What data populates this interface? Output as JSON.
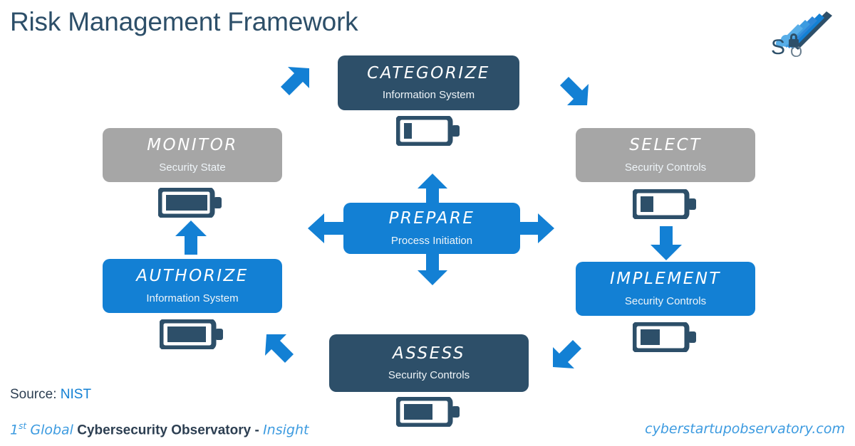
{
  "header": {
    "title": "Risk Management Framework",
    "logo_name": "cyber-startup-observatory-logo",
    "logo_letter_s": "S",
    "logo_letter_o": "O"
  },
  "diagram": {
    "type": "cycle-diagram",
    "colors": {
      "dark": "#2d4f69",
      "blue": "#1380d4",
      "grey": "#a6a6a6",
      "arrow": "#1380d4",
      "title_text": "#2d4f69",
      "link": "#1380d4"
    },
    "center": {
      "title": "PREPARE",
      "subtitle": "Process Initiation",
      "color": "blue",
      "arrows": [
        "up",
        "down",
        "left",
        "right"
      ]
    },
    "steps": [
      {
        "id": "categorize",
        "title": "CATEGORIZE",
        "subtitle": "Information System",
        "color": "dark",
        "battery_percent": 18
      },
      {
        "id": "select",
        "title": "SELECT",
        "subtitle": "Security Controls",
        "color": "grey",
        "battery_percent": 30
      },
      {
        "id": "implement",
        "title": "IMPLEMENT",
        "subtitle": "Security Controls",
        "color": "blue",
        "battery_percent": 45
      },
      {
        "id": "assess",
        "title": "ASSESS",
        "subtitle": "Security Controls",
        "color": "dark",
        "battery_percent": 65
      },
      {
        "id": "authorize",
        "title": "AUTHORIZE",
        "subtitle": "Information System",
        "color": "blue",
        "battery_percent": 85
      },
      {
        "id": "monitor",
        "title": "MONITOR",
        "subtitle": "Security State",
        "color": "grey",
        "battery_percent": 95
      }
    ],
    "flow_arrows": [
      {
        "id": "monitor-to-categorize",
        "direction": "up-right"
      },
      {
        "id": "categorize-to-select",
        "direction": "down-right"
      },
      {
        "id": "select-to-implement",
        "direction": "down"
      },
      {
        "id": "implement-to-assess",
        "direction": "down-left"
      },
      {
        "id": "assess-to-authorize",
        "direction": "up-left"
      },
      {
        "id": "authorize-to-monitor",
        "direction": "up"
      }
    ]
  },
  "footer": {
    "source_label": "Source:",
    "source_value": "NIST",
    "tagline_first": "1",
    "tagline_sup": "st",
    "tagline_global": "Global",
    "tagline_bold": "Cybersecurity Observatory",
    "tagline_dash": "-",
    "tagline_insight": "Insight",
    "website": "cyberstartupobservatory.com"
  }
}
